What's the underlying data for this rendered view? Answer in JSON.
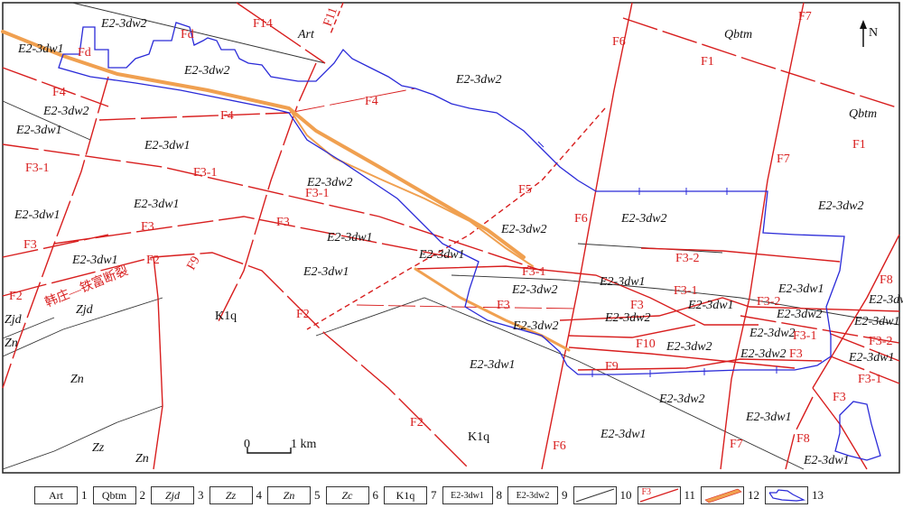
{
  "north": {
    "label": "N"
  },
  "scale": {
    "zero": "0",
    "label": "1 km"
  },
  "fault_name": "韩庄—铁富断裂",
  "colors": {
    "fault": "#d81e1e",
    "boundary": "#2a2ad8",
    "zone": "#f0a050",
    "contact": "#333333"
  },
  "units": {
    "art": "Art",
    "qbtm": "Qbtm",
    "zjd": "Zjd",
    "zn": "Zn",
    "zz": "Zz",
    "zc": "Zc",
    "k1q": "K1q",
    "e23dw1": "E2-3dw1",
    "e23dw2": "E2-3dw2"
  },
  "faults": [
    "F1",
    "F2",
    "F3",
    "F3-1",
    "F3-2",
    "F4",
    "F5",
    "F6",
    "F7",
    "F8",
    "F9",
    "F10",
    "F11",
    "F14",
    "Fd"
  ],
  "legend": [
    {
      "num": "1",
      "label": "Art"
    },
    {
      "num": "2",
      "label": "Qbtm"
    },
    {
      "num": "3",
      "label": "Zjd"
    },
    {
      "num": "4",
      "label": "Zz"
    },
    {
      "num": "5",
      "label": "Zn"
    },
    {
      "num": "6",
      "label": "Zc"
    },
    {
      "num": "7",
      "label": "K1q"
    },
    {
      "num": "8",
      "label": "E2-3dw1"
    },
    {
      "num": "9",
      "label": "E2-3dw2"
    },
    {
      "num": "10",
      "label": ""
    },
    {
      "num": "11",
      "label": "F3"
    },
    {
      "num": "12",
      "label": ""
    },
    {
      "num": "13",
      "label": ""
    }
  ]
}
